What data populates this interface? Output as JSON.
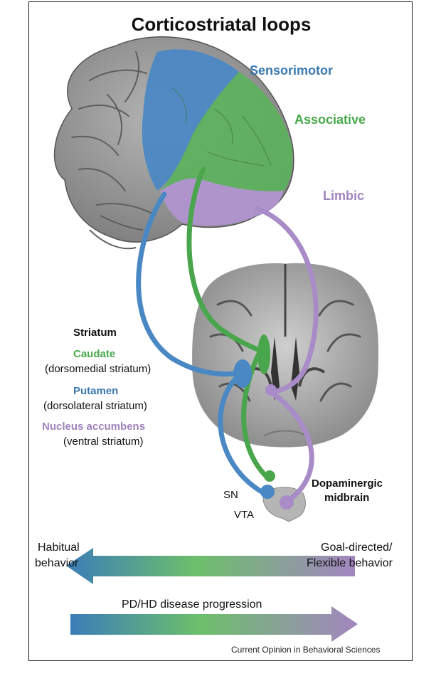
{
  "title": "Corticostriatal loops",
  "regions": {
    "sensorimotor": "Sensorimotor",
    "associative": "Associative",
    "limbic": "Limbic"
  },
  "striatum": {
    "heading": "Striatum",
    "caudate": "Caudate",
    "caudate_sub": "(dorsomedial striatum)",
    "putamen": "Putamen",
    "putamen_sub": "(dorsolateral striatum)",
    "accumbens": "Nucleus accumbens",
    "accumbens_sub": "(ventral striatum)"
  },
  "midbrain": {
    "line1": "Dopaminergic",
    "line2": "midbrain",
    "sn": "SN",
    "vta": "VTA"
  },
  "behavior_arrow": {
    "left_line1": "Habitual",
    "left_line2": "behavior",
    "right_line1": "Goal-directed/",
    "right_line2": "Flexible behavior"
  },
  "progression_arrow": {
    "label": "PD/HD disease progression"
  },
  "source": "Current Opinion in Behavioral Sciences",
  "colors": {
    "sensorimotor": "#3a78b0",
    "associative": "#47a84b",
    "limbic": "#a083bd",
    "brain_gray": "#8c8c8c",
    "frame": "#1a1a1a"
  }
}
